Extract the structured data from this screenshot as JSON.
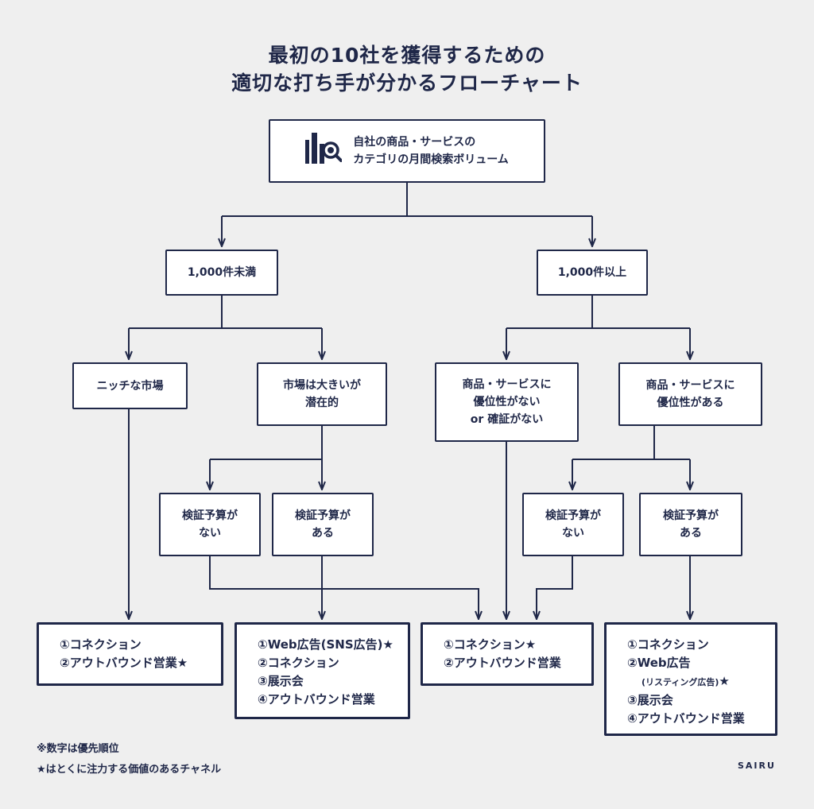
{
  "title": {
    "line1": "最初の10社を獲得するための",
    "line2": "適切な打ち手が分かるフローチャート"
  },
  "root": {
    "icon": "search-data-icon",
    "line1": "自社の商品・サービスの",
    "line2": "カテゴリの月間検索ボリューム"
  },
  "branches": {
    "under": "1,000件未満",
    "over": "1,000件以上"
  },
  "conditions": {
    "niche": "ニッチな市場",
    "latent_line1": "市場は大きいが",
    "latent_line2": "潜在的",
    "no_adv_line1": "商品・サービスに",
    "no_adv_line2": "優位性がない",
    "no_adv_line3": "or 確証がない",
    "adv_line1": "商品・サービスに",
    "adv_line2": "優位性がある"
  },
  "budget": {
    "none_line1": "検証予算が",
    "none_line2": "ない",
    "has_line1": "検証予算が",
    "has_line2": "ある"
  },
  "results": {
    "r1": [
      "①コネクション",
      "②アウトバウンド営業★"
    ],
    "r2": [
      "①Web広告(SNS広告)★",
      "②コネクション",
      "③展示会",
      "④アウトバウンド営業"
    ],
    "r3": [
      "①コネクション★",
      "②アウトバウンド営業"
    ],
    "r4": {
      "l1": "①コネクション",
      "l2": "②Web広告",
      "l3": "(リスティング広告)",
      "l3_star": "★",
      "l4": "③展示会",
      "l5": "④アウトバウンド営業"
    }
  },
  "notes": {
    "n1": "※数字は優先順位",
    "n2": "★はとくに注力する価値のあるチャネル"
  },
  "brand": "SAIRU",
  "colors": {
    "navy": "#1f2748",
    "background": "#efefef",
    "box": "#ffffff"
  }
}
